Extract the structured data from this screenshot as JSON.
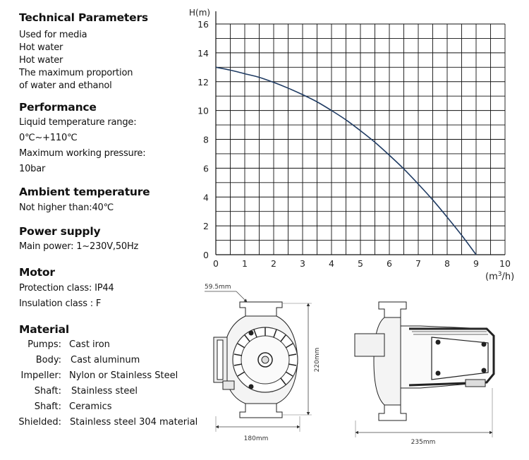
{
  "spec": {
    "technical": {
      "heading": "Technical Parameters",
      "lines": [
        "Used for media",
        "Hot water",
        "Hot water",
        "The maximum proportion",
        "of water and ethanol"
      ]
    },
    "performance": {
      "heading": "Performance",
      "lines": [
        "Liquid temperature range:",
        "0℃~+110℃",
        "Maximum working pressure:",
        "10bar"
      ]
    },
    "ambient": {
      "heading": "Ambient temperature",
      "lines": [
        "Not higher than:40℃"
      ]
    },
    "power": {
      "heading": "Power supply",
      "lines": [
        "Main power: 1~230V,50Hz"
      ]
    },
    "motor": {
      "heading": "Motor",
      "lines": [
        "Protection class: IP44",
        "Insulation class :  F"
      ]
    },
    "material": {
      "heading": "Material",
      "rows": [
        {
          "label": "Pumps:",
          "value": "Cast iron"
        },
        {
          "label": "Body:",
          "value": "Cast aluminum"
        },
        {
          "label": "Impeller:",
          "value": "Nylon or Stainless Steel"
        },
        {
          "label": "Shaft:",
          "value": "Stainless steel"
        },
        {
          "label": "Shaft:",
          "value": "Ceramics"
        },
        {
          "label": "Shielded:",
          "value": "Stainless steel 304 material"
        }
      ]
    }
  },
  "chart_data": {
    "type": "line",
    "ylabel": "H(m)",
    "xlabel_prefix": "(m",
    "xlabel_sup": "3",
    "xlabel_suffix": "/h)",
    "xlim": [
      0,
      10
    ],
    "ylim": [
      0,
      16
    ],
    "x_ticks": [
      "0",
      "1",
      "2",
      "3",
      "4",
      "5",
      "6",
      "7",
      "8",
      "9",
      "10"
    ],
    "y_ticks": [
      "0",
      "2",
      "4",
      "6",
      "8",
      "10",
      "12",
      "14",
      "16"
    ],
    "grid": true,
    "series": [
      {
        "color": "#1f3b63",
        "points": [
          [
            0,
            13.0
          ],
          [
            0.5,
            12.8
          ],
          [
            1,
            12.55
          ],
          [
            1.5,
            12.3
          ],
          [
            2,
            11.95
          ],
          [
            2.5,
            11.55
          ],
          [
            3,
            11.1
          ],
          [
            3.5,
            10.6
          ],
          [
            4,
            10.0
          ],
          [
            4.5,
            9.35
          ],
          [
            5,
            8.6
          ],
          [
            5.5,
            7.8
          ],
          [
            6,
            6.9
          ],
          [
            6.5,
            5.95
          ],
          [
            7,
            4.9
          ],
          [
            7.5,
            3.8
          ],
          [
            8,
            2.6
          ],
          [
            8.5,
            1.35
          ],
          [
            9,
            0
          ]
        ]
      }
    ]
  },
  "dimensions": {
    "flange": "59.5mm",
    "height": "220mm",
    "front_width": "180mm",
    "side_width": "235mm"
  },
  "colors": {
    "curve": "#1f3b63",
    "grid": "#111111"
  }
}
